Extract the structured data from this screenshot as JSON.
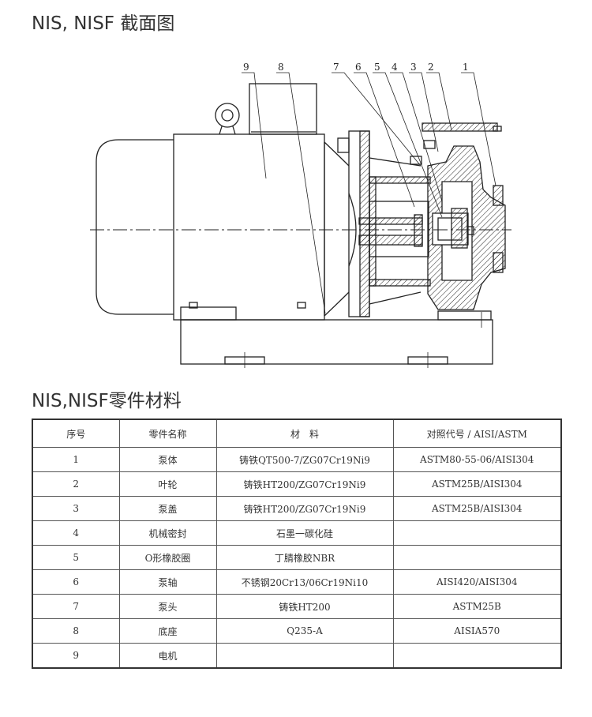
{
  "section1": {
    "title": "NIS, NISF 截面图"
  },
  "drawing": {
    "labels": [
      "9",
      "8",
      "7",
      "6",
      "5",
      "4",
      "3",
      "2",
      "1"
    ]
  },
  "section2": {
    "title": "NIS,NISF零件材料"
  },
  "table": {
    "headers": [
      "序号",
      "零件名称",
      "材　料",
      "对照代号 / AISI/ASTM"
    ],
    "rows": [
      [
        "1",
        "泵体",
        "铸铁QT500-7/ZG07Cr19Ni9",
        "ASTM80-55-06/AISI304"
      ],
      [
        "2",
        "叶轮",
        "铸铁HT200/ZG07Cr19Ni9",
        "ASTM25B/AISI304"
      ],
      [
        "3",
        "泵盖",
        "铸铁HT200/ZG07Cr19Ni9",
        "ASTM25B/AISI304"
      ],
      [
        "4",
        "机械密封",
        "石墨一碳化硅",
        ""
      ],
      [
        "5",
        "O形橡胶圈",
        "丁腈橡胶NBR",
        ""
      ],
      [
        "6",
        "泵轴",
        "不锈钢20Cr13/06Cr19Ni10",
        "AISI420/AISI304"
      ],
      [
        "7",
        "泵头",
        "铸铁HT200",
        "ASTM25B"
      ],
      [
        "8",
        "底座",
        "Q235-A",
        "AISIA570"
      ],
      [
        "9",
        "电机",
        "",
        ""
      ]
    ]
  }
}
